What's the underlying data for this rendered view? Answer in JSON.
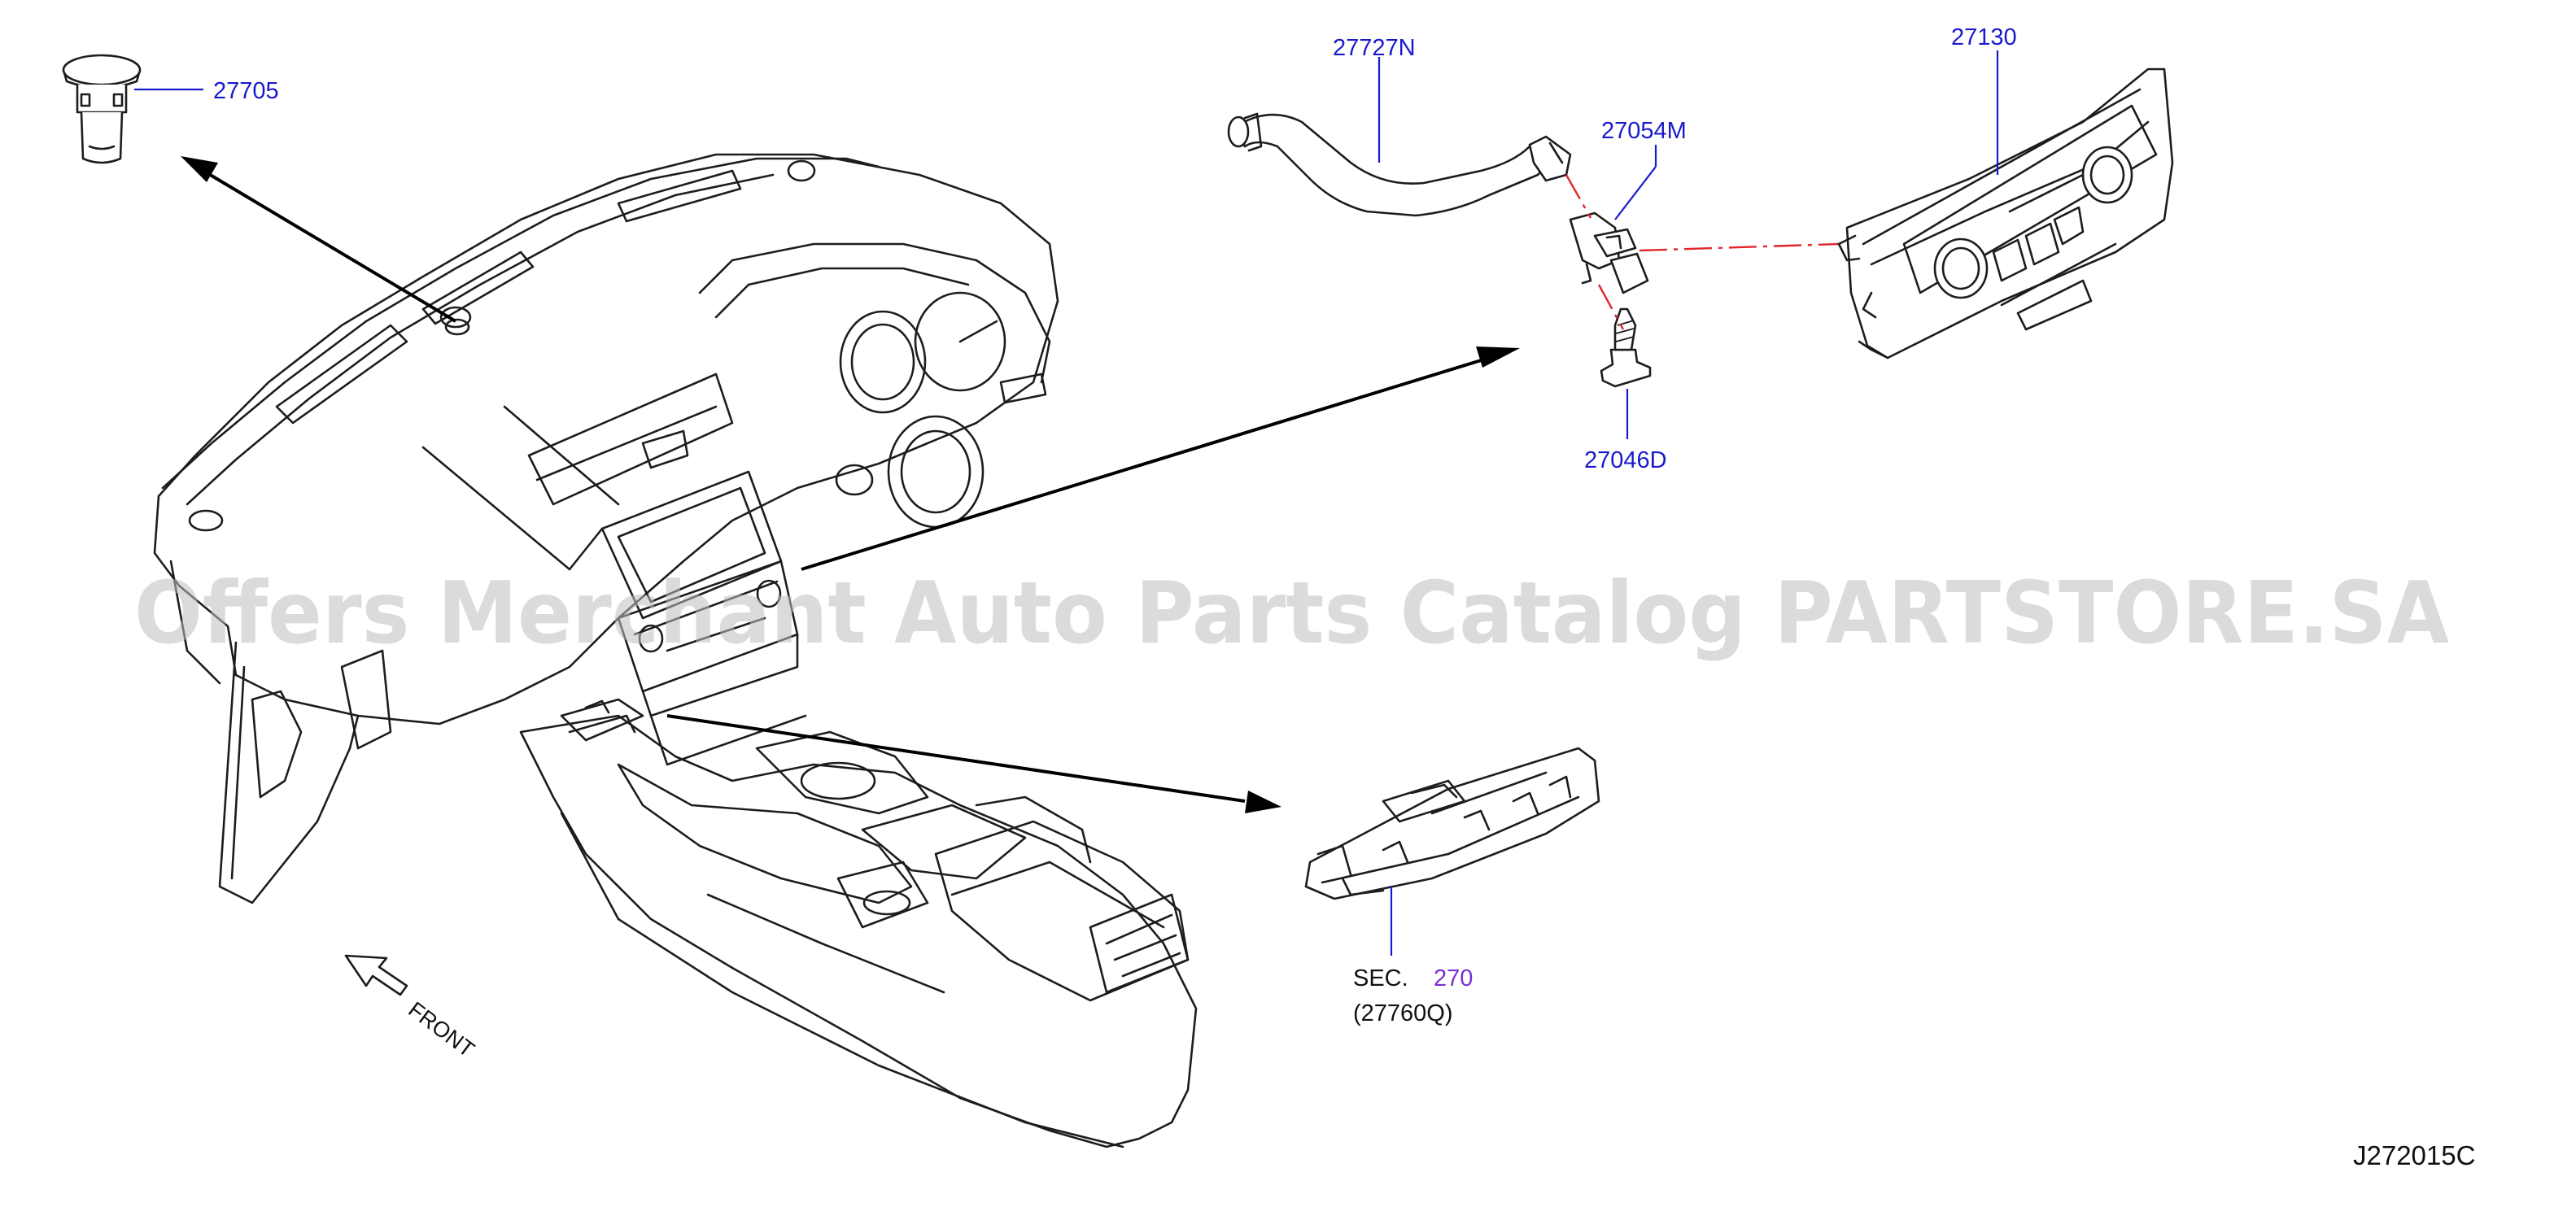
{
  "parts": [
    {
      "id": "p27705",
      "number": "27705"
    },
    {
      "id": "p27727N",
      "number": "27727N"
    },
    {
      "id": "p27054M",
      "number": "27054M"
    },
    {
      "id": "p27130",
      "number": "27130"
    },
    {
      "id": "p27046D",
      "number": "27046D"
    }
  ],
  "section_ref": {
    "prefix": "SEC.",
    "number": "270",
    "part": "(27760Q)"
  },
  "front_indicator": "FRONT",
  "diagram_id": "J272015C",
  "watermark": "Offers Merchant Auto Parts Catalog PARTSTORE.SA",
  "colors": {
    "label_blue": "#1a1acc",
    "section_purple": "#7a2fd6",
    "dash_red": "#e0262b",
    "line_black": "#1d1d1d"
  }
}
